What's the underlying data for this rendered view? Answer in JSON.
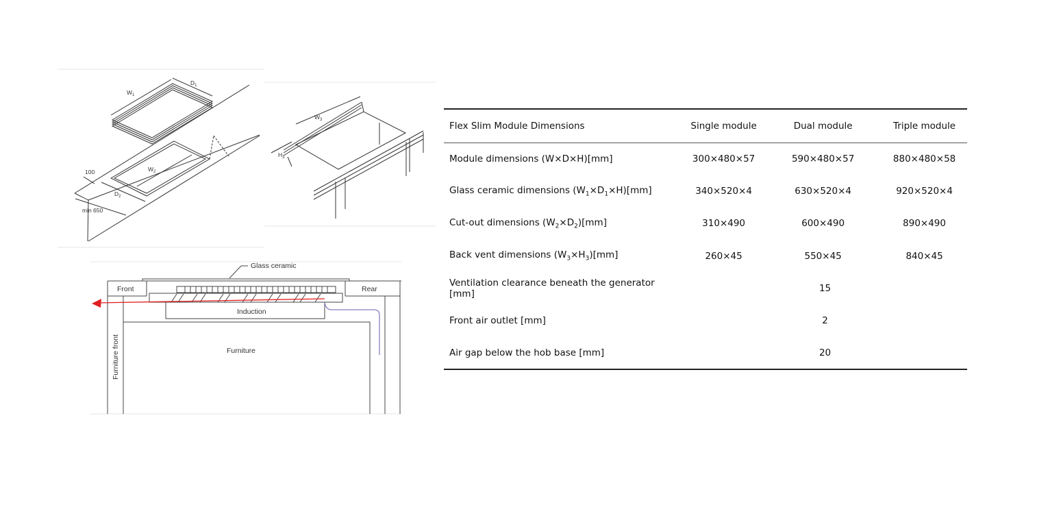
{
  "diagrams": {
    "iso_left": {
      "labels": {
        "w1": "W",
        "w1_sub": "1",
        "d1": "D",
        "d1_sub": "1",
        "w2": "W",
        "w2_sub": "2",
        "d2": "D",
        "d2_sub": "2",
        "dist100": "100",
        "min650": "min 650"
      }
    },
    "iso_right": {
      "labels": {
        "w3": "W",
        "w3_sub": "3",
        "h3": "H",
        "h3_sub": "3"
      }
    },
    "section": {
      "labels": {
        "glass_ceramic": "Glass ceramic",
        "front": "Front",
        "rear": "Rear",
        "induction": "Induction",
        "furniture": "Furniture",
        "furniture_front": "Furniture front"
      },
      "colors": {
        "airflow_arrow": "#e02020",
        "vent_path": "#8a7fc0"
      }
    }
  },
  "table": {
    "headers": [
      "Flex Slim Module Dimensions",
      "Single module",
      "Dual module",
      "Triple module"
    ],
    "rows": [
      {
        "label_parts": [
          "Module dimensions (W",
          "×",
          "D",
          "×",
          "H)[mm]"
        ],
        "values": [
          "300×480×57",
          "590×480×57",
          "880×480×58"
        ]
      },
      {
        "label_parts": [
          "Glass ceramic dimensions (W",
          "1",
          "×D",
          "1",
          "×H)[mm]"
        ],
        "values": [
          "340×520×4",
          "630×520×4",
          "920×520×4"
        ]
      },
      {
        "label_parts": [
          "Cut-out dimensions (W",
          "2",
          "×D",
          "2",
          ")[mm]"
        ],
        "values": [
          "310×490",
          "600×490",
          "890×490"
        ]
      },
      {
        "label_parts": [
          "Back vent dimensions (W",
          "3",
          "×H",
          "3",
          ")[mm]"
        ],
        "values": [
          "260×45",
          "550×45",
          "840×45"
        ]
      },
      {
        "label": "Ventilation clearance beneath the generator [mm]",
        "merged_value": "15"
      },
      {
        "label": "Front air outlet [mm]",
        "merged_value": "2"
      },
      {
        "label": "Air gap below the hob base [mm]",
        "merged_value": "20"
      }
    ]
  }
}
